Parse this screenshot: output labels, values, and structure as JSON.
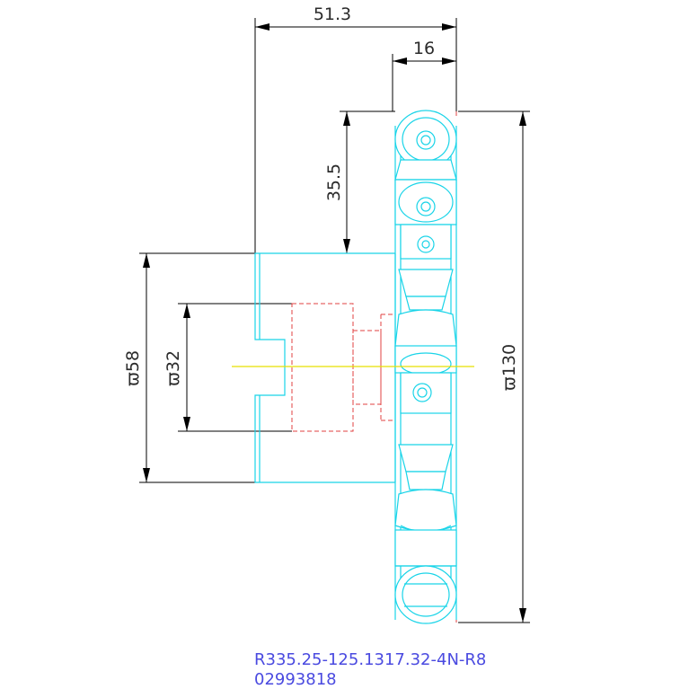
{
  "dimensions": {
    "overall_width": "51.3",
    "insert_offset": "16",
    "height_upper": "35.5",
    "hub_diameter": "ϖ58",
    "bore_diameter": "ϖ32",
    "cutter_diameter": "ϖ130"
  },
  "drawing": {
    "part_code": "R335.25-125.1317.32-4N-R8",
    "item_number": "02993818"
  },
  "colors": {
    "dimension_lines": "#000000",
    "part_outline": "#19d4e8",
    "hidden_lines": "#e04040",
    "center_line": "#e8e000",
    "code_text": "#4a4ae0"
  }
}
